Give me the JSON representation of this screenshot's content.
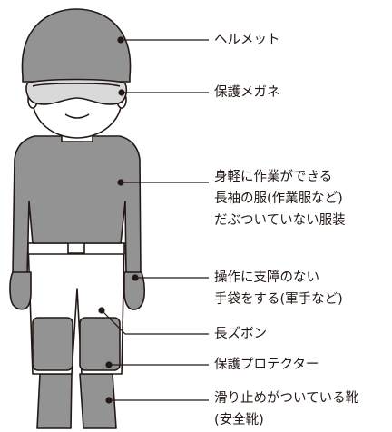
{
  "labels": {
    "helmet": "ヘルメット",
    "goggles": "保護メガネ",
    "clothing": [
      "身軽に作業ができる",
      "長袖の服(作業服など)",
      "だぶついていない服装"
    ],
    "gloves": [
      "操作に支障のない",
      "手袋をする(軍手など)"
    ],
    "pants": "長ズボン",
    "protector": "保護プロテクター",
    "boots": [
      "滑り止めがついている靴",
      "(安全靴)"
    ]
  },
  "colors": {
    "gear_fill": "#939393",
    "outline": "#231815",
    "face": "#ffffff",
    "goggle_lens": "#d9d9d9",
    "pants_fill": "#ffffff"
  }
}
